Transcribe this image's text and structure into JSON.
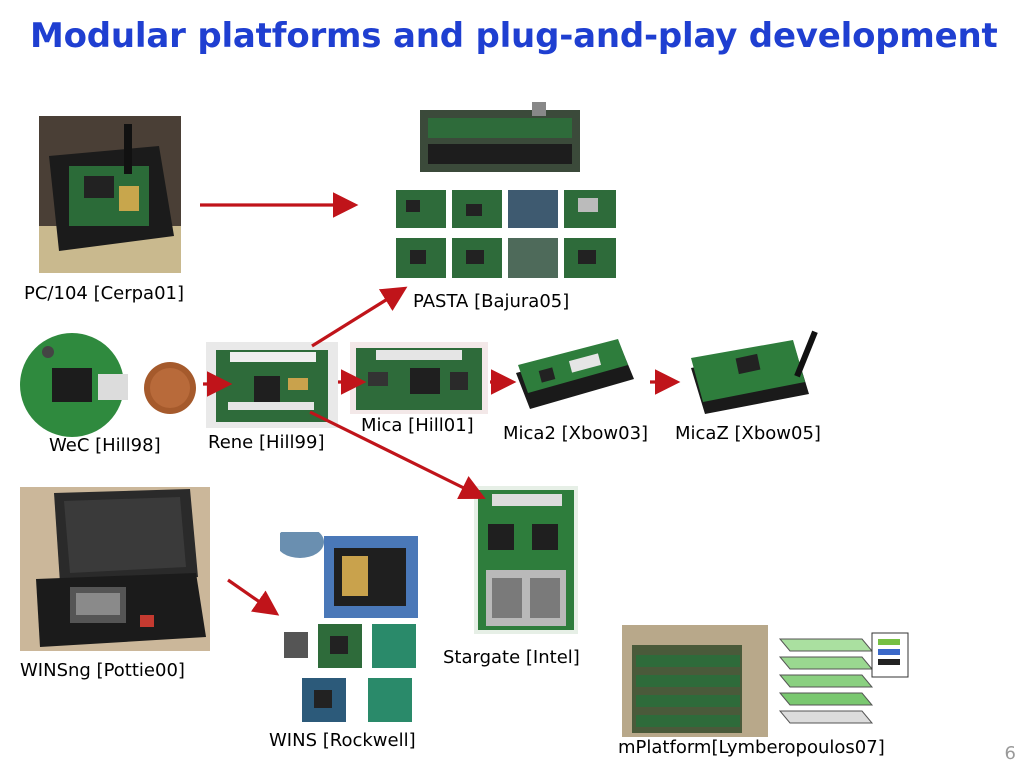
{
  "slide": {
    "title": "Modular platforms and plug-and-play development",
    "page_number": "6"
  },
  "platforms": {
    "pc104": "PC/104 [Cerpa01]",
    "pasta": "PASTA [Bajura05]",
    "wec": "WeC [Hill98]",
    "rene": "Rene [Hill99]",
    "mica": "Mica [Hill01]",
    "mica2": "Mica2 [Xbow03]",
    "micaz": "MicaZ [Xbow05]",
    "winsng": "WINSng [Pottie00]",
    "wins": "WINS [Rockwell]",
    "stargate": "Stargate [Intel]",
    "mplatform": "mPlatform[Lymberopoulos07]"
  },
  "colors": {
    "title": "#1f3fd1",
    "arrow": "#c0141a",
    "page_number": "#9a9a9a"
  }
}
